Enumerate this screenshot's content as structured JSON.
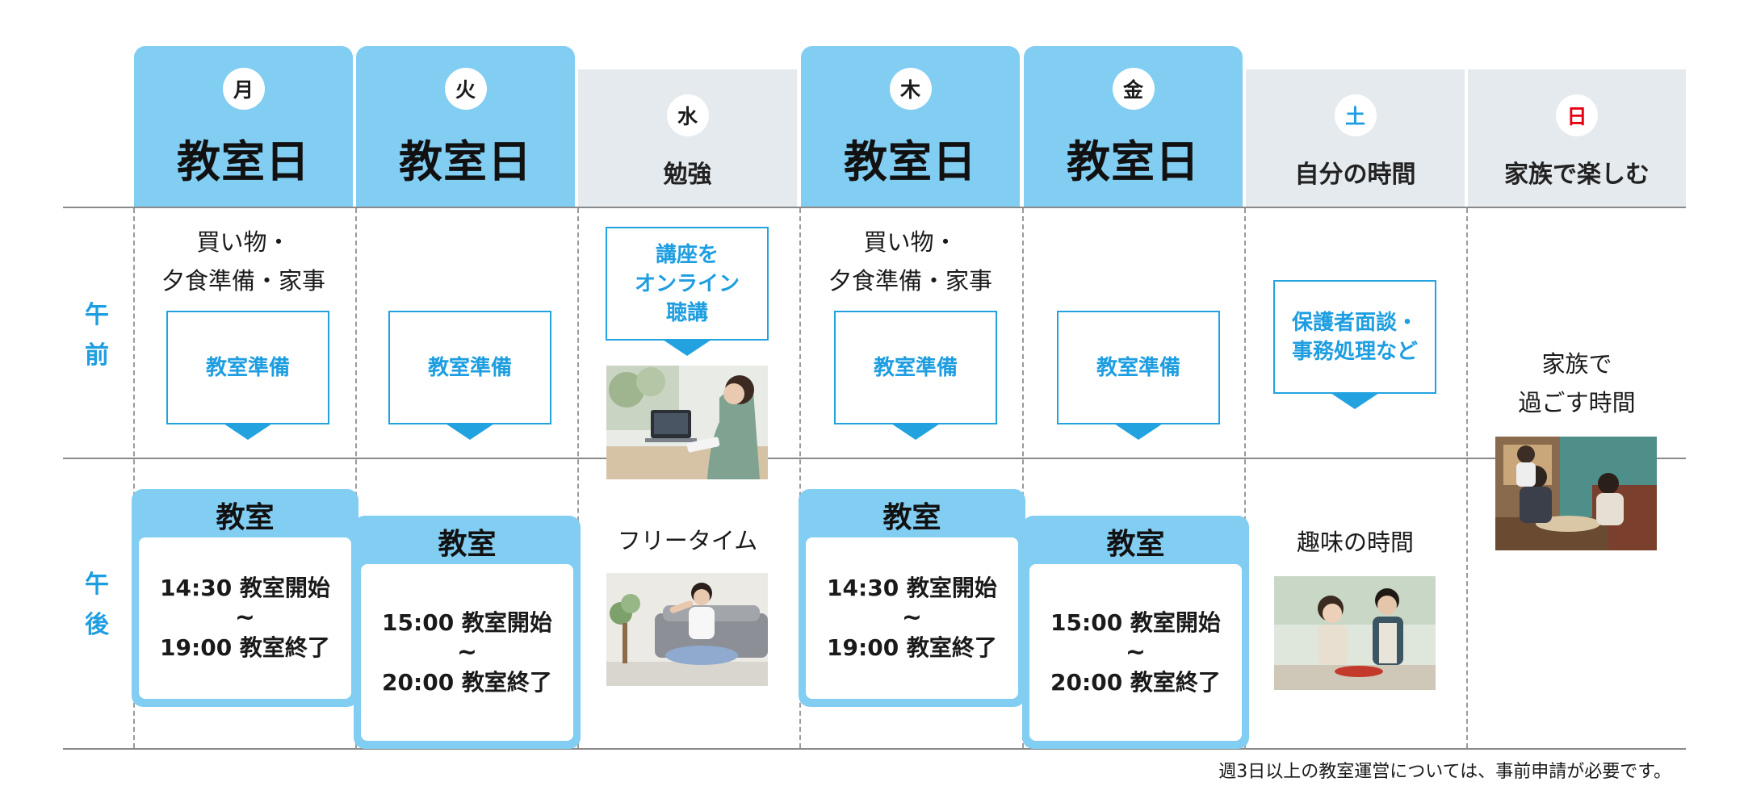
{
  "days": {
    "mon": {
      "day": "月",
      "label": "教室日"
    },
    "tue": {
      "day": "火",
      "label": "教室日"
    },
    "wed": {
      "day": "水",
      "label": "勉強"
    },
    "thu": {
      "day": "木",
      "label": "教室日"
    },
    "fri": {
      "day": "金",
      "label": "教室日"
    },
    "sat": {
      "day": "土",
      "label": "自分の時間"
    },
    "sun": {
      "day": "日",
      "label": "家族で楽しむ"
    }
  },
  "colors": {
    "sat_day": "#1e9ee0",
    "sun_day": "#e60012",
    "accent_blue": "#22a3e0",
    "class_header": "#82cdf2"
  },
  "periods": {
    "am_line1": "午",
    "am_line2": "前",
    "pm_line1": "午",
    "pm_line2": "後"
  },
  "morning": {
    "mon_line1": "買い物・",
    "mon_line2": "夕食準備・家事",
    "mon_box": "教室準備",
    "tue_box": "教室準備",
    "wed_box_line1": "講座を",
    "wed_box_line2": "オンライン",
    "wed_box_line3": "聴講",
    "thu_line1": "買い物・",
    "thu_line2": "夕食準備・家事",
    "thu_box": "教室準備",
    "fri_box": "教室準備",
    "sat_box_line1": "保護者面談・",
    "sat_box_line2": "事務処理など",
    "sun_line1": "家族で",
    "sun_line2": "過ごす時間"
  },
  "afternoon": {
    "mon": {
      "title": "教室",
      "start": "14:30 教室開始",
      "tilde": "~",
      "end": "19:00 教室終了"
    },
    "tue": {
      "title": "教室",
      "start": "15:00 教室開始",
      "tilde": "~",
      "end": "20:00 教室終了"
    },
    "wed_text": "フリータイム",
    "thu": {
      "title": "教室",
      "start": "14:30 教室開始",
      "tilde": "~",
      "end": "19:00 教室終了"
    },
    "fri": {
      "title": "教室",
      "start": "15:00 教室開始",
      "tilde": "~",
      "end": "20:00 教室終了"
    },
    "sat_text": "趣味の時間"
  },
  "footnote": "週3日以上の教室運営については、事前申請が必要です。"
}
